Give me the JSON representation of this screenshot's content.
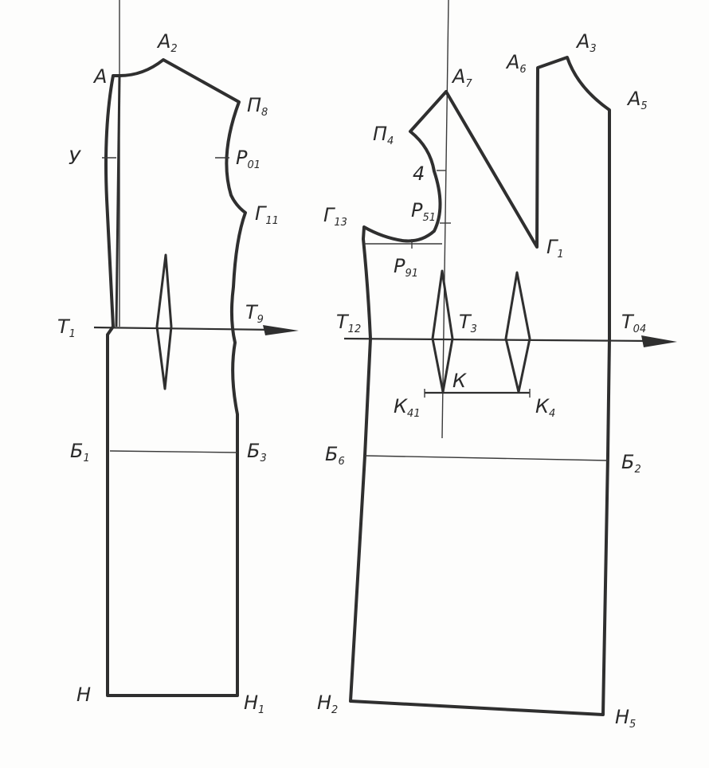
{
  "labels": {
    "back": {
      "A": {
        "main": "А",
        "sub": ""
      },
      "A2": {
        "main": "А",
        "sub": "2"
      },
      "P8": {
        "main": "П",
        "sub": "8"
      },
      "U": {
        "main": "У",
        "sub": ""
      },
      "P01": {
        "main": "Р",
        "sub": "01"
      },
      "G11": {
        "main": "Г",
        "sub": "11"
      },
      "T1": {
        "main": "Т",
        "sub": "1"
      },
      "T9": {
        "main": "Т",
        "sub": "9"
      },
      "B1": {
        "main": "Б",
        "sub": "1"
      },
      "B3": {
        "main": "Б",
        "sub": "3"
      },
      "H": {
        "main": "Н",
        "sub": ""
      },
      "H1": {
        "main": "Н",
        "sub": "1"
      }
    },
    "front": {
      "A7": {
        "main": "А",
        "sub": "7"
      },
      "A6": {
        "main": "А",
        "sub": "6"
      },
      "A3": {
        "main": "А",
        "sub": "3"
      },
      "A5": {
        "main": "А",
        "sub": "5"
      },
      "P4": {
        "main": "П",
        "sub": "4"
      },
      "n4": {
        "main": "4",
        "sub": ""
      },
      "G13": {
        "main": "Г",
        "sub": "13"
      },
      "P51": {
        "main": "Р",
        "sub": "51"
      },
      "G1": {
        "main": "Г",
        "sub": "1"
      },
      "P91": {
        "main": "Р",
        "sub": "91"
      },
      "T12": {
        "main": "Т",
        "sub": "12"
      },
      "T3": {
        "main": "Т",
        "sub": "3"
      },
      "T04": {
        "main": "Т",
        "sub": "04"
      },
      "K": {
        "main": "К",
        "sub": ""
      },
      "K41": {
        "main": "К",
        "sub": "41"
      },
      "K4": {
        "main": "К",
        "sub": "4"
      },
      "B6": {
        "main": "Б",
        "sub": "6"
      },
      "B2": {
        "main": "Б",
        "sub": "2"
      },
      "H2": {
        "main": "Н",
        "sub": "2"
      },
      "H5": {
        "main": "Н",
        "sub": "5"
      }
    }
  },
  "colors": {
    "ink": "#2f2f2f",
    "paper": "#fdfdfc"
  }
}
